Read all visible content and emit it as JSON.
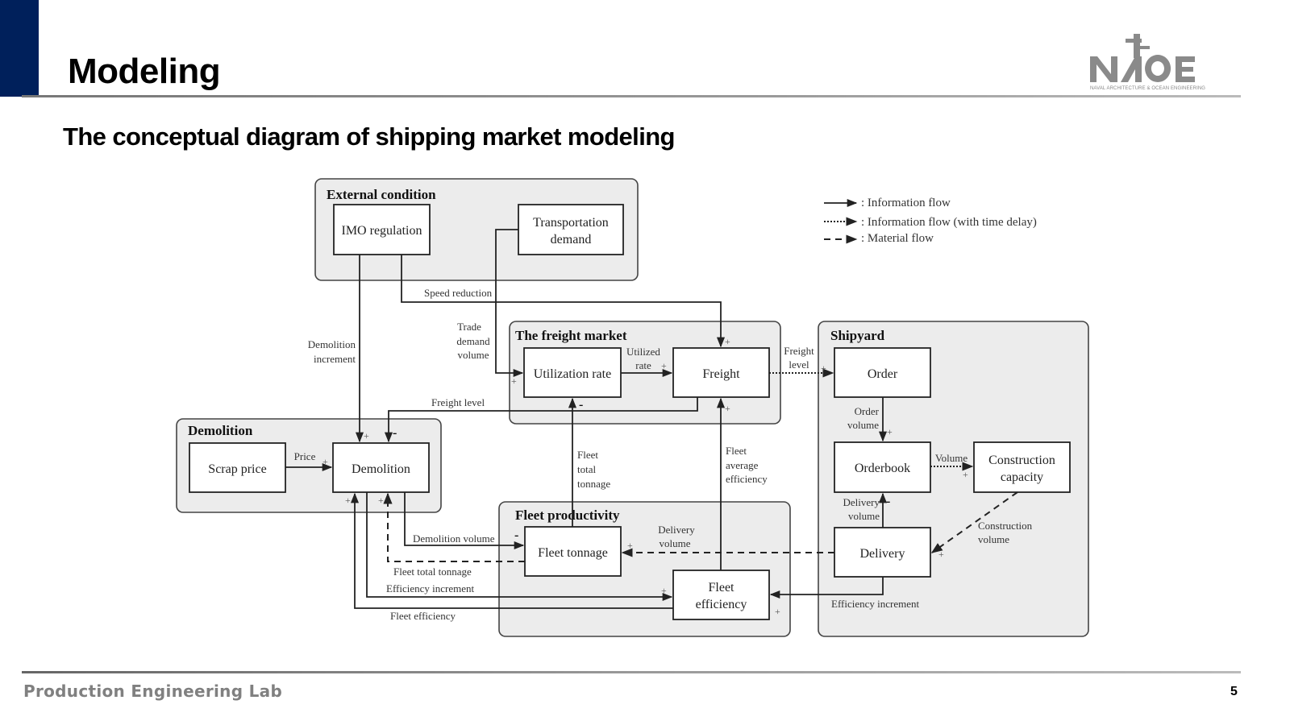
{
  "header": {
    "title": "Modeling",
    "logo_text": "NAOE",
    "logo_subtitle": "NAVAL ARCHITECTURE & OCEAN ENGINEERING",
    "accent_color": "#00205b"
  },
  "subtitle": "The conceptual diagram of shipping market modeling",
  "legend": [
    {
      "style": "solid",
      "label": ": Information flow"
    },
    {
      "style": "dotted",
      "label": ": Information flow  (with time delay)"
    },
    {
      "style": "dashed",
      "label": ": Material flow"
    }
  ],
  "groups": {
    "external": "External condition",
    "freight_market": "The freight market",
    "shipyard": "Shipyard",
    "demolition": "Demolition",
    "fleet_productivity": "Fleet productivity"
  },
  "nodes": {
    "imo": [
      "IMO regulation"
    ],
    "transport": [
      "Transportation",
      "demand"
    ],
    "utilization": [
      "Utilization rate"
    ],
    "freight": [
      "Freight"
    ],
    "order": [
      "Order"
    ],
    "orderbook": [
      "Orderbook"
    ],
    "capacity": [
      "Construction",
      "capacity"
    ],
    "delivery": [
      "Delivery"
    ],
    "scrap": [
      "Scrap price"
    ],
    "demolition": [
      "Demolition"
    ],
    "fleet_tonnage": [
      "Fleet tonnage"
    ],
    "fleet_efficiency": [
      "Fleet",
      "efficiency"
    ]
  },
  "edge_labels": {
    "speed_reduction": [
      "Speed reduction"
    ],
    "demolition_increment": [
      "Demolition",
      "increment"
    ],
    "trade_demand": [
      "Trade",
      "demand",
      "volume"
    ],
    "utilized_rate": [
      "Utilized",
      "rate"
    ],
    "freight_level_right": [
      "Freight",
      "level"
    ],
    "freight_level_left": [
      "Freight level"
    ],
    "order_volume": [
      "Order",
      "volume"
    ],
    "volume": [
      "Volume"
    ],
    "delivery_volume_up": [
      "Delivery",
      "volume"
    ],
    "construction_volume": [
      "Construction",
      "volume"
    ],
    "price": [
      "Price"
    ],
    "fleet_total_tonnage_up": [
      "Fleet",
      "total",
      "tonnage"
    ],
    "fleet_avg_eff": [
      "Fleet",
      "average",
      "efficiency"
    ],
    "demolition_volume": [
      "Demolition volume"
    ],
    "fleet_total_tonnage": [
      "Fleet total tonnage"
    ],
    "efficiency_increment_left": [
      "Efficiency increment"
    ],
    "fleet_efficiency_left": [
      "Fleet efficiency"
    ],
    "delivery_volume_left": [
      "Delivery",
      "volume"
    ],
    "efficiency_increment_right": [
      "Efficiency increment"
    ]
  },
  "signs": {
    "plus": "+",
    "minus": "-"
  },
  "footer": {
    "lab": "Production Engineering Lab",
    "page": "5"
  }
}
